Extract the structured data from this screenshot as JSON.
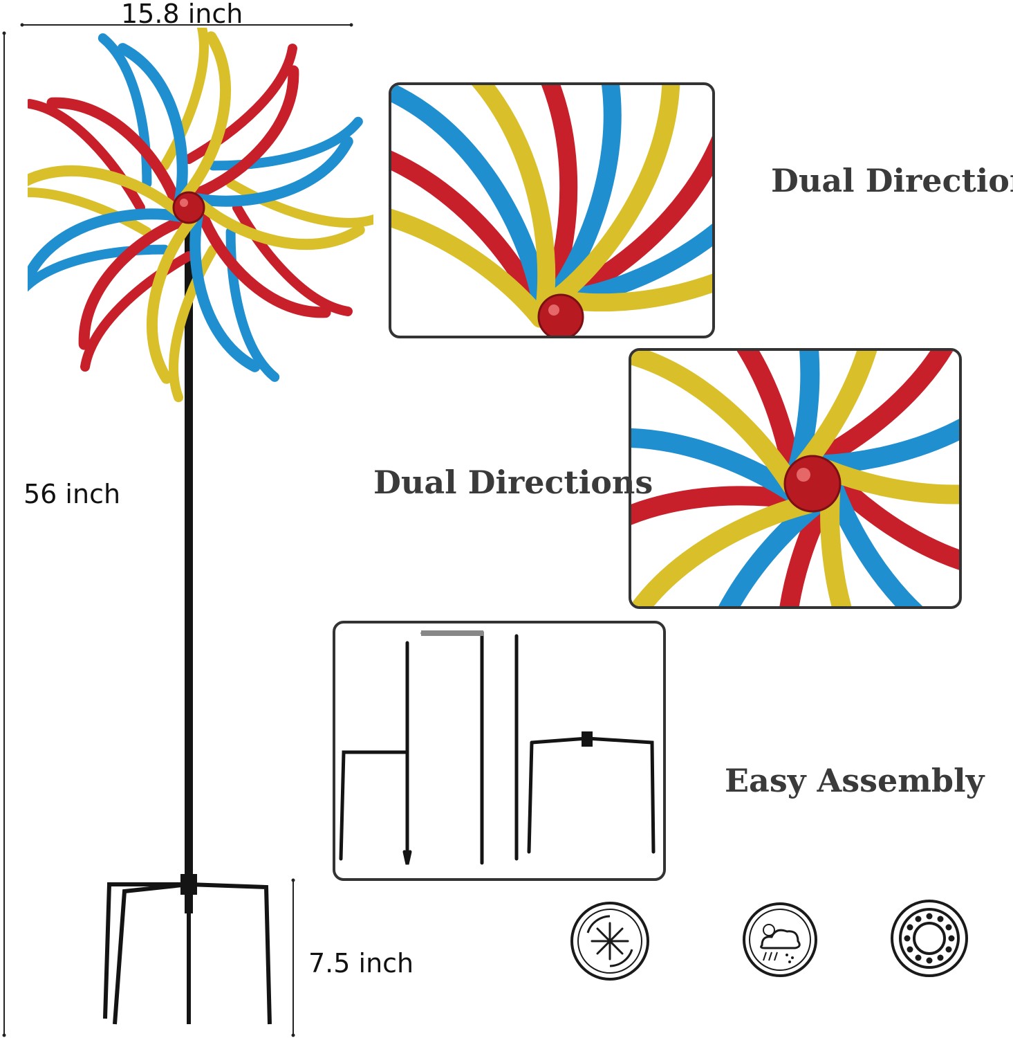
{
  "dimensions": {
    "width_label": "15.8 inch",
    "height_label": "56 inch",
    "stake_label": "7.5 inch"
  },
  "features": {
    "dual_directions_top": "Dual Directions",
    "dual_directions_middle": "Dual Directions",
    "easy_assembly": "Easy Assembly"
  },
  "colors": {
    "red": "#c8202a",
    "blue": "#1f8fd0",
    "yellow": "#d9c02a",
    "stake": "#141414"
  },
  "icons": [
    "wind-spin-icon",
    "weather-resistant-icon",
    "bearing-icon"
  ]
}
